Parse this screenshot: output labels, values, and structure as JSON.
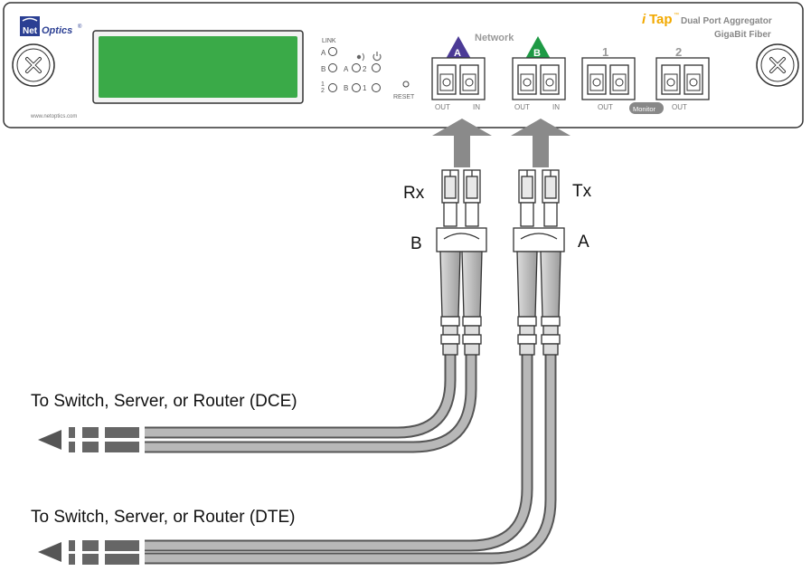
{
  "panel": {
    "brand_net": "Net",
    "brand_optics": "Optics",
    "brand_reg": "®",
    "website": "www.netoptics.com",
    "product_i": "i",
    "product_tap": "Tap",
    "product_tm": "™",
    "product_title": "Dual Port Aggregator",
    "product_subtitle": "GigaBit Fiber",
    "link_label": "LINK",
    "led_a": "A",
    "led_b": "B",
    "led_1": "1",
    "led_2": "2",
    "led_a2": "A",
    "led_b2": "B",
    "led_2b": "2",
    "led_1b": "1",
    "reset_label": "RESET",
    "network_label": "Network",
    "port_a_badge": "A",
    "port_b_badge": "B",
    "port_1_num": "1",
    "port_2_num": "2",
    "out_label": "OUT",
    "in_label": "IN",
    "monitor_label": "Monitor",
    "display_color": "#3aaa48",
    "badge_a_color": "#4b3a96",
    "badge_b_color": "#1e9a45"
  },
  "labels": {
    "rx": "Rx",
    "tx": "Tx",
    "connector_b": "B",
    "connector_a": "A",
    "dce": "To Switch, Server, or Router (DCE)",
    "dte": "To Switch, Server, or Router (DTE)"
  }
}
